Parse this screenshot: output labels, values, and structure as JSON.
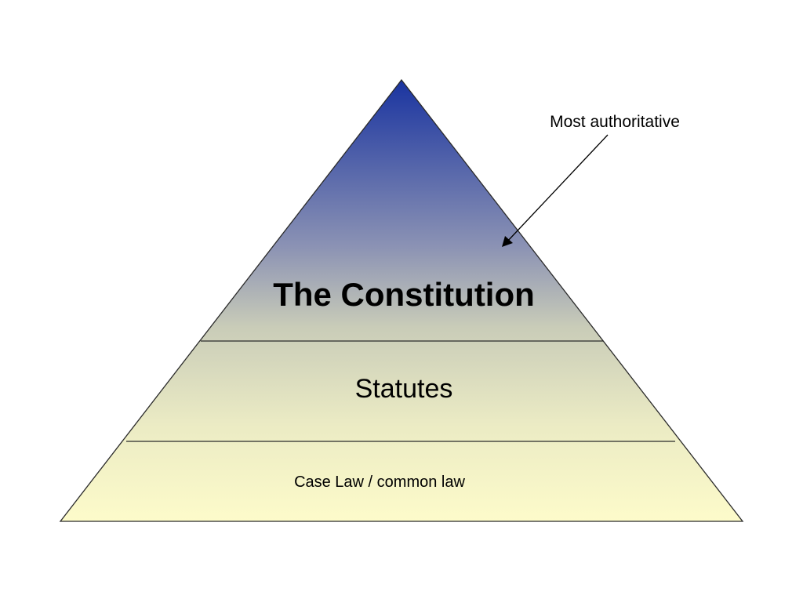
{
  "diagram": {
    "type": "pyramid",
    "tiers": [
      {
        "label": "The Constitution"
      },
      {
        "label": "Statutes"
      },
      {
        "label": "Case Law / common law"
      }
    ],
    "annotation": {
      "text": "Most authoritative",
      "points_to": "The Constitution"
    },
    "colors": {
      "apex": "#1a34a0",
      "upper_mid": "#8c93b4",
      "middle": "#c9ccb8",
      "lower_mid": "#ebebc4",
      "base": "#fdfbca",
      "outline": "#2a2a2a"
    }
  }
}
